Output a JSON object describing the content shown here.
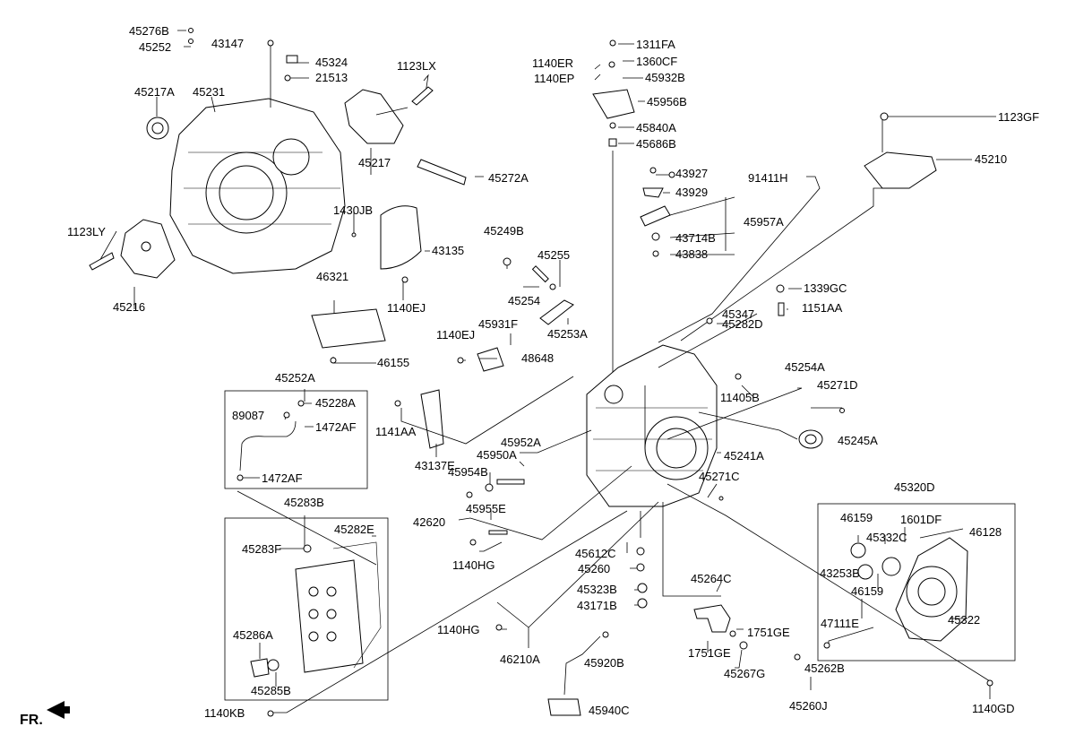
{
  "orientation_mark": "FR.",
  "part_labels": [
    "45276B",
    "45252",
    "43147",
    "45324",
    "21513",
    "1123LX",
    "45217A",
    "45231",
    "45217",
    "45272A",
    "1123LY",
    "45216",
    "1430JB",
    "43135",
    "1140EJ",
    "46321",
    "46155",
    "45252A",
    "45228A",
    "89087",
    "1472AF",
    "1472AF",
    "45283B",
    "45282E",
    "45283F",
    "45286A",
    "45285B",
    "1140KB",
    "1140ER",
    "1140EP",
    "1311FA",
    "1360CF",
    "45932B",
    "45956B",
    "45840A",
    "45686B",
    "43927",
    "43929",
    "91411H",
    "45957A",
    "43714B",
    "43838",
    "1123GF",
    "45210",
    "45249B",
    "45255",
    "45254",
    "45253A",
    "45931F",
    "1140EJ",
    "48648",
    "1141AA",
    "43137E",
    "45952A",
    "45950A",
    "45954B",
    "45955E",
    "42620",
    "1140HG",
    "1140HG",
    "46210A",
    "1339GC",
    "1151AA",
    "45347",
    "45282D",
    "11405B",
    "45254A",
    "45271D",
    "45245A",
    "45241A",
    "45271C",
    "45612C",
    "45260",
    "45323B",
    "43171B",
    "45920B",
    "45940C",
    "45264C",
    "1751GE",
    "1751GE",
    "45267G",
    "45320D",
    "46159",
    "1601DF",
    "46128",
    "45332C",
    "43253B",
    "46159",
    "47111E",
    "45322",
    "45262B",
    "45260J",
    "1140GD"
  ]
}
